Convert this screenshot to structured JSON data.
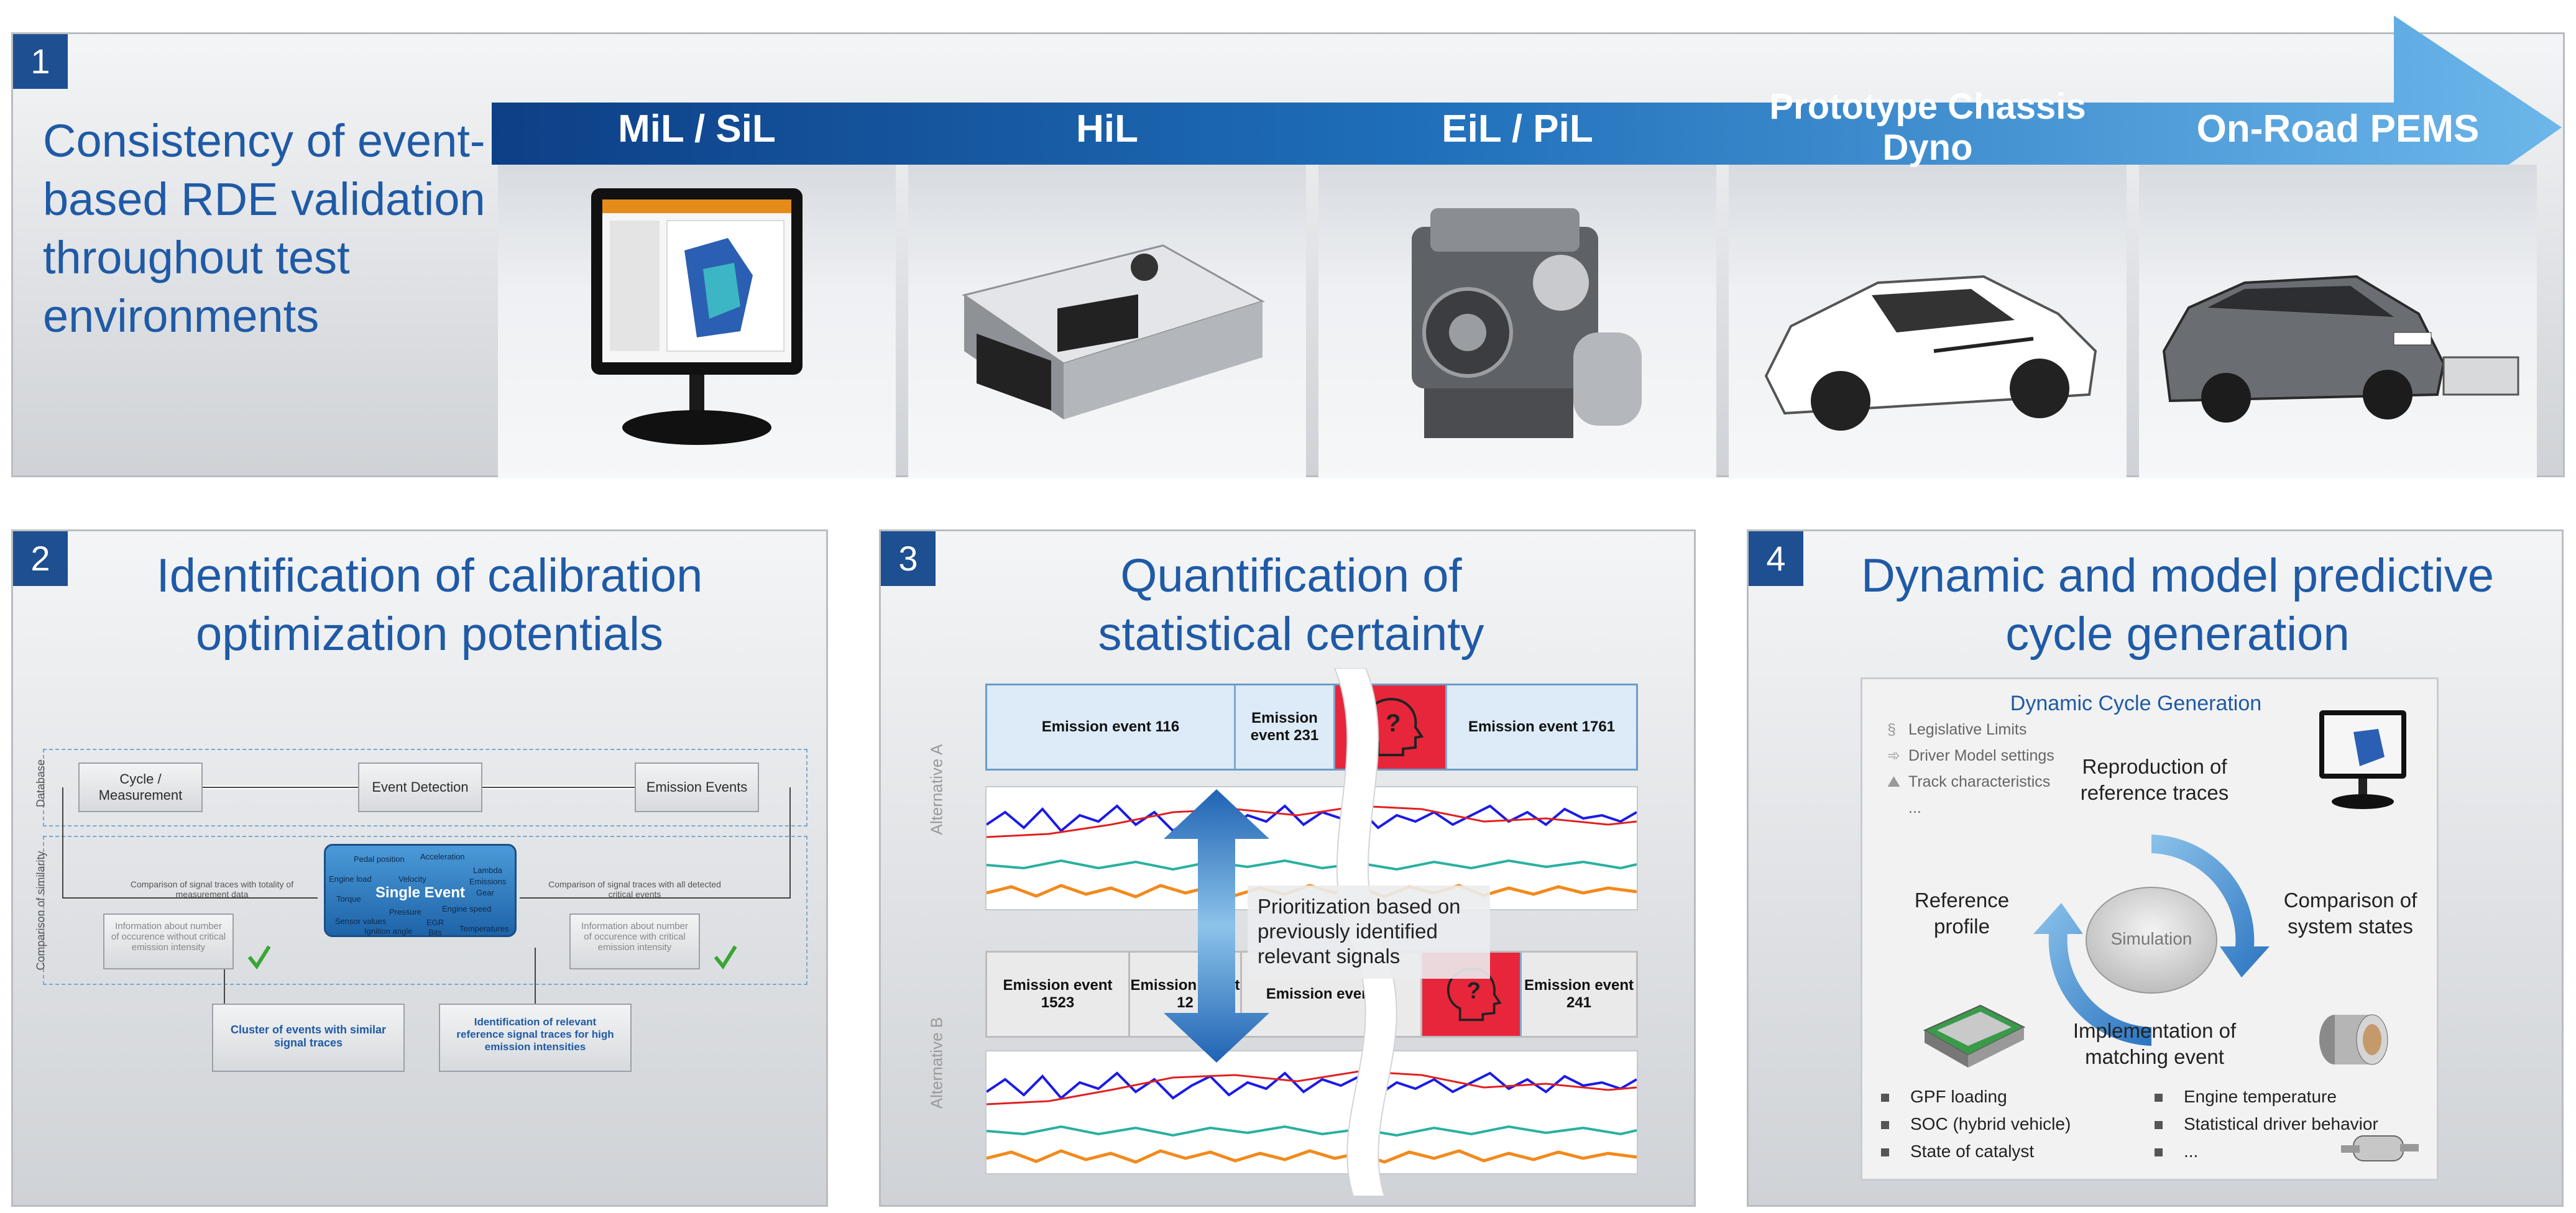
{
  "panel1": {
    "badge": "1",
    "title": "Consistency of event-based RDE validation throughout test environments",
    "stages": [
      {
        "label": "MiL / SiL"
      },
      {
        "label": "HiL"
      },
      {
        "label": "EiL / PiL"
      },
      {
        "label": "Prototype Chassis Dyno"
      },
      {
        "label": "On-Road PEMS"
      }
    ]
  },
  "panel2": {
    "badge": "2",
    "title": "Identification of calibration optimization potentials",
    "side_labels": {
      "database": "Database",
      "similarity": "Comparison of similarity"
    },
    "boxes": {
      "cycle": "Cycle / Measurement",
      "event_detection": "Event Detection",
      "emission_events": "Emission Events",
      "single_event": "Single Event",
      "cluster": "Cluster of events with similar signal traces",
      "identification": "Identification of relevant reference signal traces for high emission intensities"
    },
    "signals": [
      "Pedal position",
      "Acceleration",
      "Engine load",
      "Velocity",
      "Lambda",
      "Emissions",
      "Torque",
      "Gear",
      "Pressure",
      "Engine speed",
      "Sensor values",
      "EGR",
      "Ignition angle",
      "Bits",
      "Temperatures"
    ],
    "notes": {
      "left_compare": "Comparison of signal traces with totality of measurement data",
      "right_compare": "Comparison of signal traces with all detected critical events",
      "left_info": "Information about number of occurence without critical emission intensity",
      "right_info": "Information about number of occurence with critical emission intensity"
    }
  },
  "panel3": {
    "badge": "3",
    "title": "Quantification of statistical certainty",
    "alt_a": "Alternative A",
    "alt_b": "Alternative B",
    "events_a": [
      "Emission event 116",
      "Emission event 231",
      "?",
      "Emission event 1761"
    ],
    "events_b": [
      "Emission event 1523",
      "Emission event 12",
      "Emission event 78",
      "?",
      "Emission event 241"
    ],
    "prioritization": "Prioritization based on previously identified relevant signals"
  },
  "panel4": {
    "badge": "4",
    "title": "Dynamic and model predictive cycle generation",
    "frame_title": "Dynamic Cycle Generation",
    "inputs": [
      "Legislative Limits",
      "Driver Model settings",
      "Track characteristics",
      "..."
    ],
    "cycle_labels": {
      "top": "Reproduction of reference traces",
      "left": "Reference profile",
      "right": "Comparison of system states",
      "bottom": "Implementation of matching event",
      "center": "Simulation"
    },
    "bullets_left": [
      "GPF loading",
      "SOC (hybrid vehicle)",
      "State of catalyst"
    ],
    "bullets_right": [
      "Engine temperature",
      "Statistical driver behavior",
      "..."
    ]
  },
  "colors": {
    "brand_blue": "#1d4f91",
    "title_blue": "#1f5aa6",
    "arrow_blue": "#3c8fd0",
    "event_red": "#e8263b"
  }
}
